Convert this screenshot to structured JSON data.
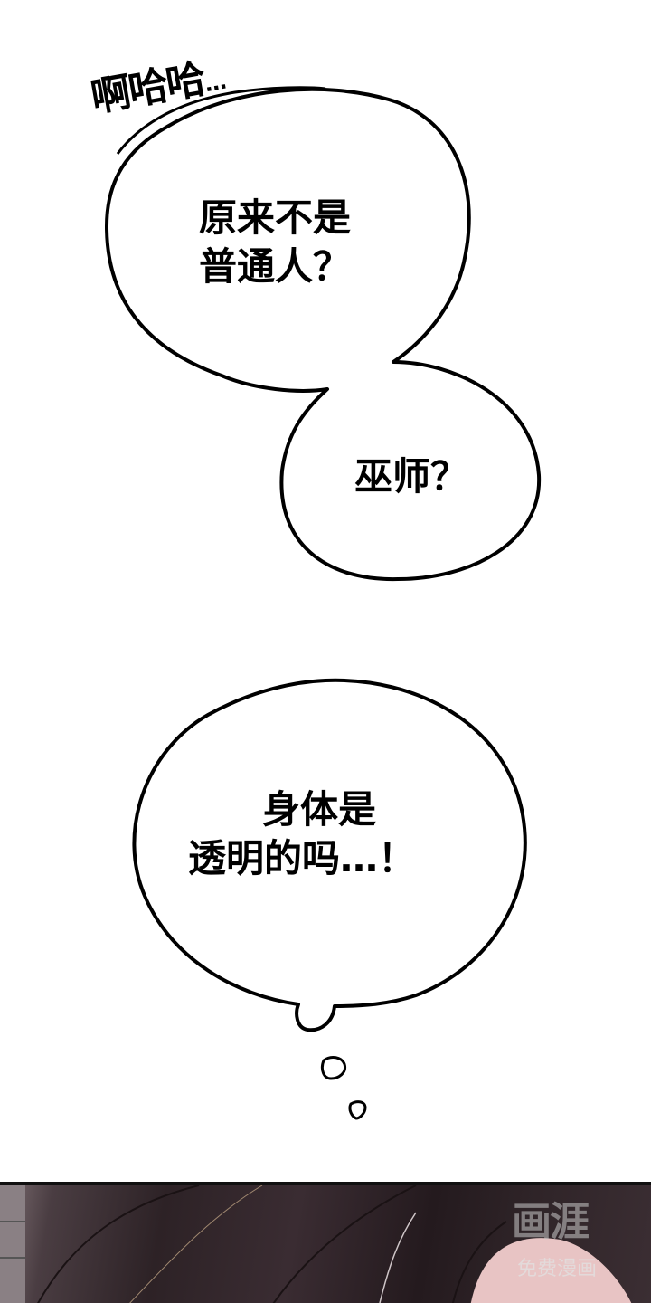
{
  "page": {
    "type": "webcomic panel",
    "background": "#ffffff"
  },
  "bubbles": {
    "sfx": {
      "text": "啊哈哈",
      "dots": "…"
    },
    "bubble1": {
      "line1": "原来不是",
      "line2": "普通人？"
    },
    "bubble2": {
      "line1": "巫师？"
    },
    "bubble3": {
      "line1": "身体是",
      "line2": "透明的吗…！"
    }
  },
  "bottom_panel": {
    "description": "dark hair close-up illustration",
    "colors": {
      "hair": "#2d2226",
      "skin": "#e8c4c4",
      "border": "#111111"
    }
  },
  "watermark": {
    "logo": "画涯",
    "tagline": "免费漫画"
  }
}
